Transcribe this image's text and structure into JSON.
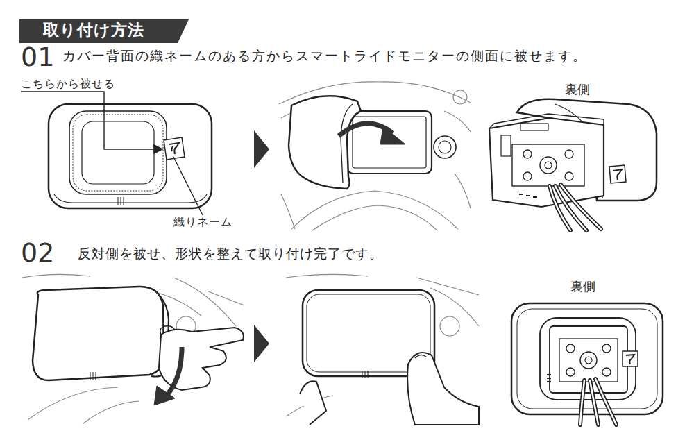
{
  "diagram": {
    "title": "取り付け方法",
    "labels": [
      "01",
      "カバー背面の織ネームのある方からスマートライドモニターの側面に被せます。",
      "こちらから被せる",
      "織りネーム",
      "裏側",
      "02",
      "反対側を被せ、形状を整えて取り付け完了です。",
      "裏側"
    ]
  }
}
